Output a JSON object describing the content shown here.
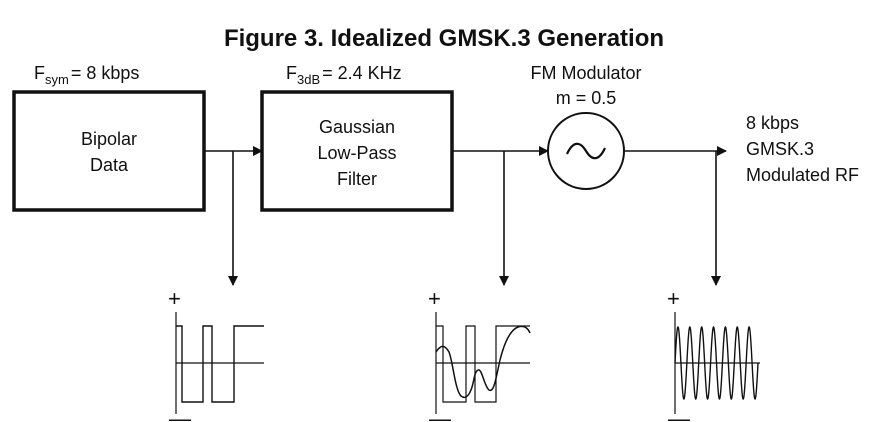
{
  "figure": {
    "title": "Figure 3.  Idealized GMSK.3 Generation"
  },
  "labels": {
    "fsym_main": "F",
    "fsym_sub": "sym",
    "fsym_value": "= 8 kbps",
    "f3db_main": "F",
    "f3db_sub": "3dB",
    "f3db_value": "= 2.4 KHz",
    "fm_line1": "FM Modulator",
    "fm_line2": "m = 0.5"
  },
  "blocks": {
    "bipolar": {
      "line1": "Bipolar",
      "line2": "Data"
    },
    "gaussian": {
      "line1": "Gaussian",
      "line2": "Low-Pass",
      "line3": "Filter"
    }
  },
  "output": {
    "line1": "8 kbps",
    "line2": "GMSK.3",
    "line3": "Modulated RF"
  },
  "waveforms": {
    "plus": "+",
    "minus": "—"
  },
  "icons": {
    "oscillator": "tilde-icon"
  }
}
